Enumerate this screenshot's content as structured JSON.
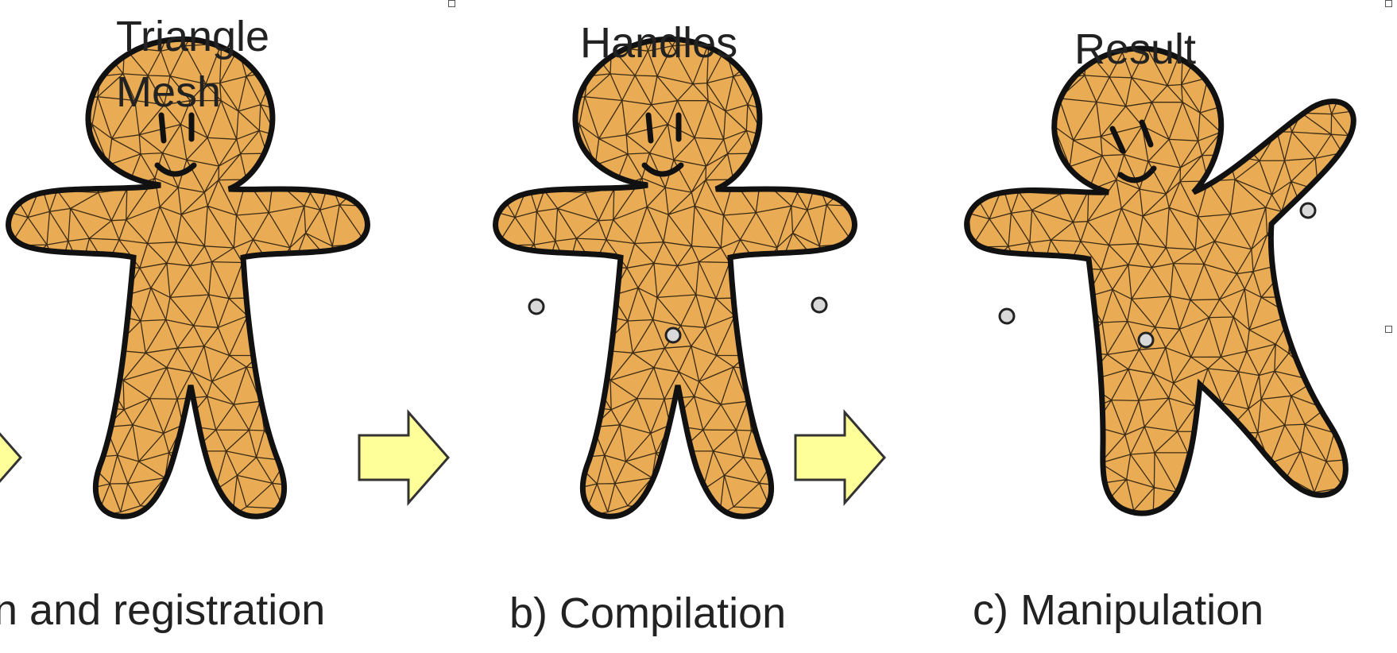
{
  "panels": [
    {
      "title_line1": "Triangle",
      "title_line2": "Mesh",
      "caption": "n and registration"
    },
    {
      "title_line1": "Handles",
      "caption": "b) Compilation"
    },
    {
      "title_line1": "Result",
      "caption": "c) Manipulation"
    }
  ],
  "colors": {
    "cookie_fill": "#E9AC55",
    "outline": "#111111",
    "mesh_line": "#3A2A14",
    "arrow_fill": "#FFFF99",
    "arrow_stroke": "#333333",
    "handle_fill": "#D9D9D9"
  },
  "icons": {
    "arrow": "right-arrow-icon",
    "handle": "handle-dot-icon"
  }
}
